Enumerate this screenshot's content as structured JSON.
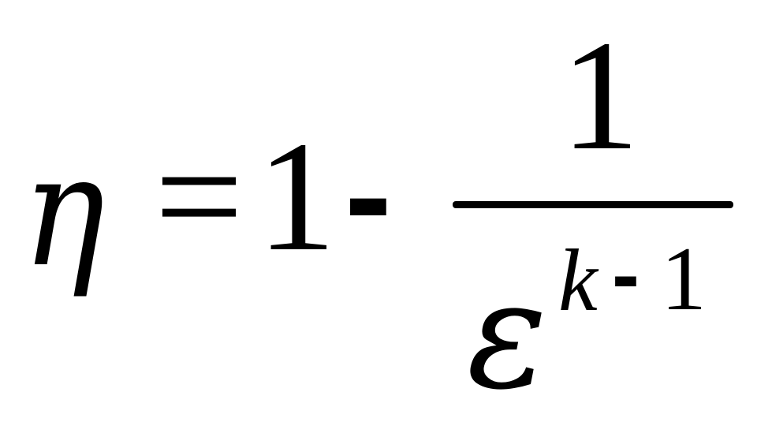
{
  "formula": {
    "lhs": "η",
    "equals": "=",
    "one": "1",
    "minus": "-",
    "numerator": "1",
    "denominator_base": "ε",
    "exponent": {
      "variable": "k",
      "minus": "-",
      "one": "1"
    }
  }
}
